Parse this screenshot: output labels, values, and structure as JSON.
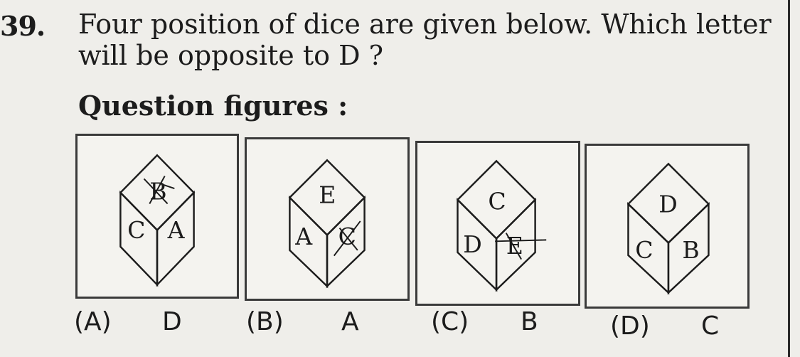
{
  "question": {
    "number": "39.",
    "text": "Four position of dice are given below. Which letter will be opposite to D ?",
    "figures_label": "Question figures :"
  },
  "dice": [
    {
      "top": "B",
      "left": "C",
      "right": "A",
      "top_marked": true,
      "right_marked": false
    },
    {
      "top": "E",
      "left": "A",
      "right": "C",
      "top_marked": false,
      "right_marked": true
    },
    {
      "top": "C",
      "left": "D",
      "right": "E",
      "top_marked": false,
      "right_marked": true
    },
    {
      "top": "D",
      "left": "C",
      "right": "B",
      "top_marked": false,
      "right_marked": false
    }
  ],
  "options": [
    {
      "letter": "(A)",
      "value": "D"
    },
    {
      "letter": "(B)",
      "value": "A"
    },
    {
      "letter": "(C)",
      "value": "B"
    },
    {
      "letter": "(D)",
      "value": "C"
    }
  ],
  "colors": {
    "ink": "#1c1c1c",
    "paper": "#efeeea"
  }
}
